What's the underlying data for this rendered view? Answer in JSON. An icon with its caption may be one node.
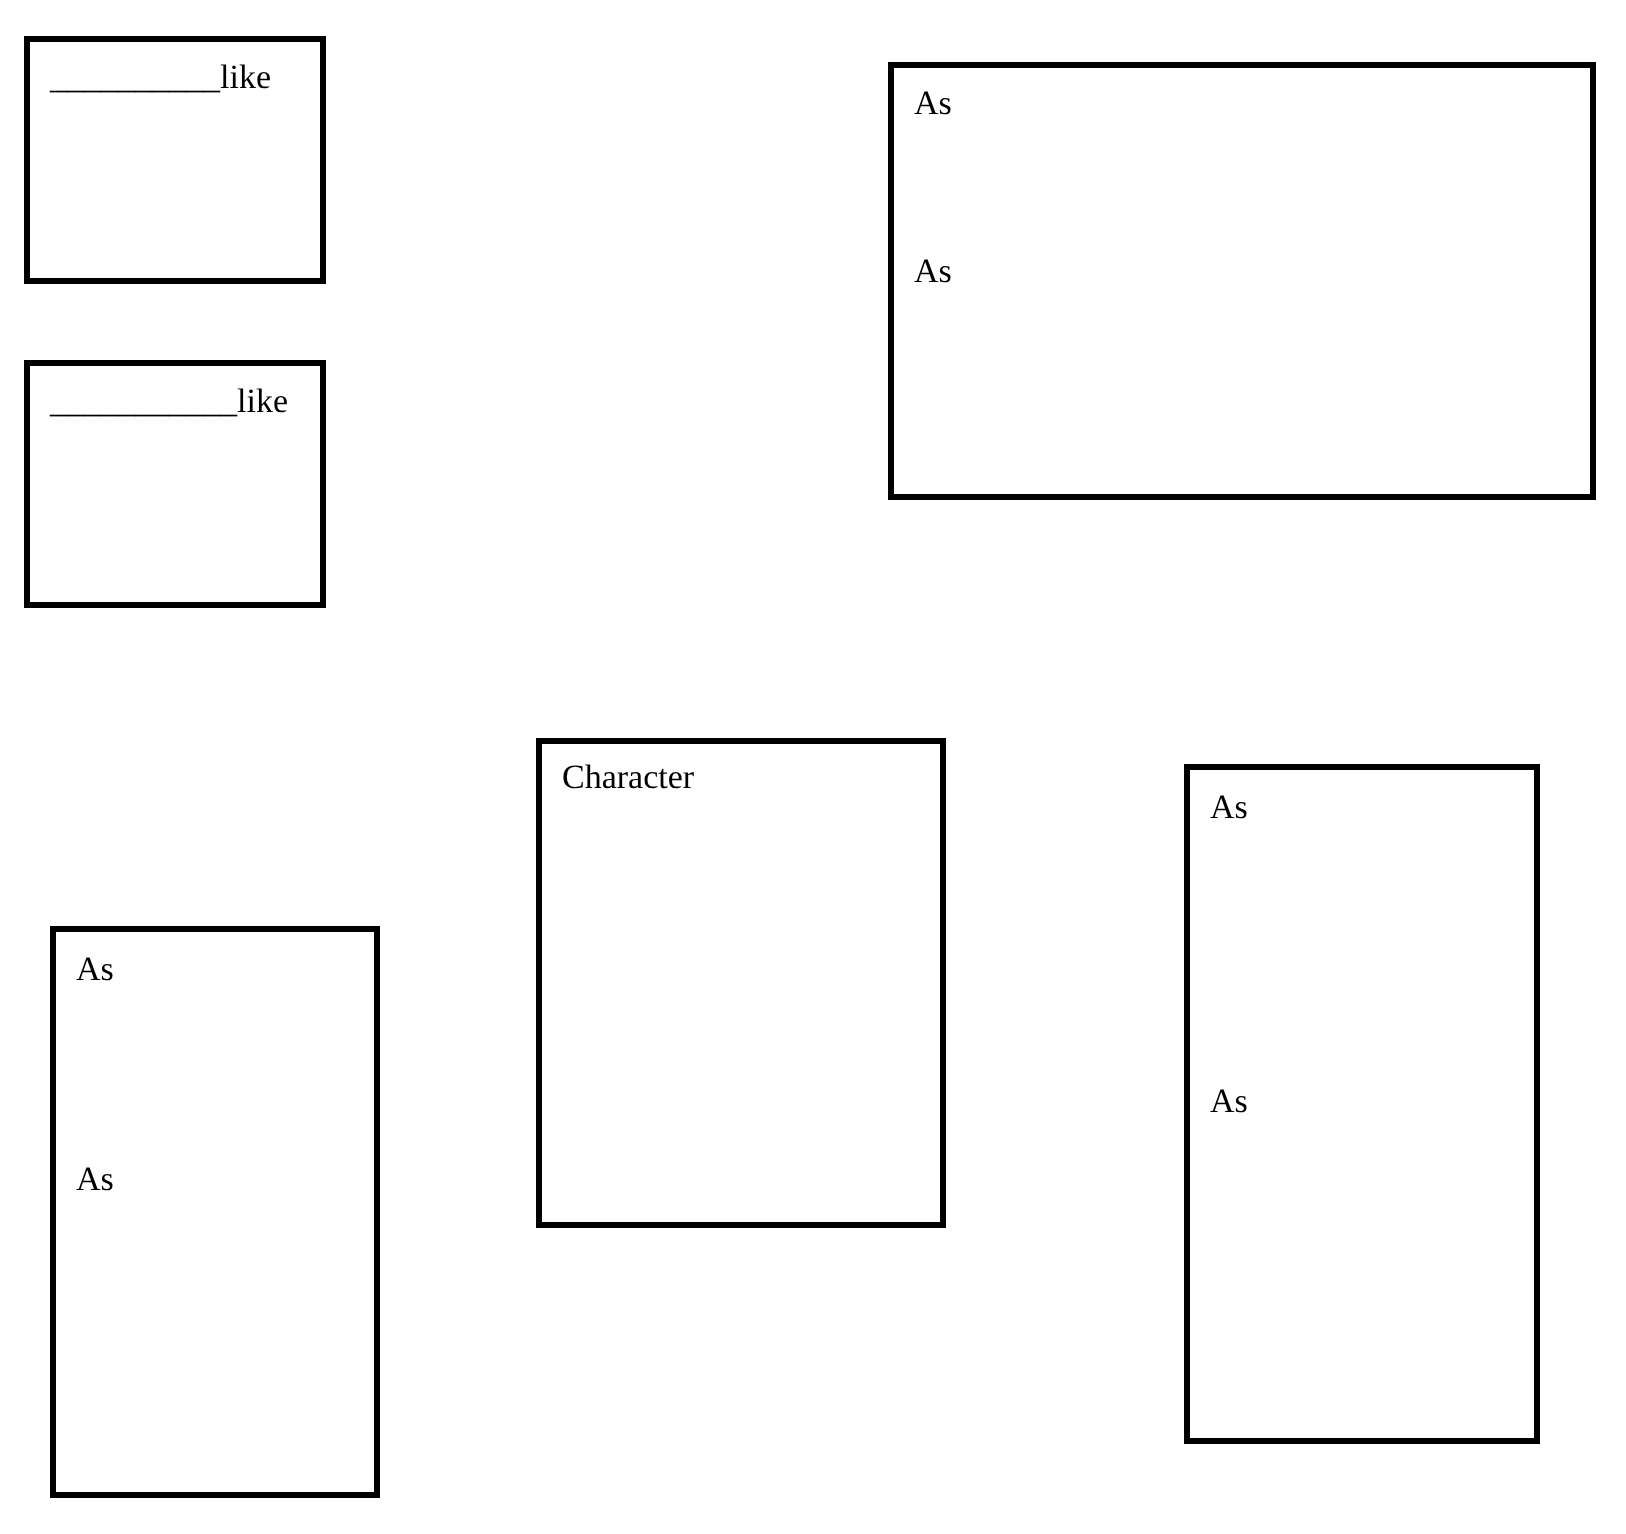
{
  "diagram": {
    "nodes": [
      {
        "text": [
          "__________like"
        ]
      },
      {
        "text": [
          "As",
          "As"
        ]
      },
      {
        "text": [
          "___________like"
        ]
      },
      {
        "text": [
          "As",
          "As"
        ]
      },
      {
        "text": [
          "Character"
        ]
      },
      {
        "text": [
          "As",
          "As"
        ]
      }
    ]
  }
}
